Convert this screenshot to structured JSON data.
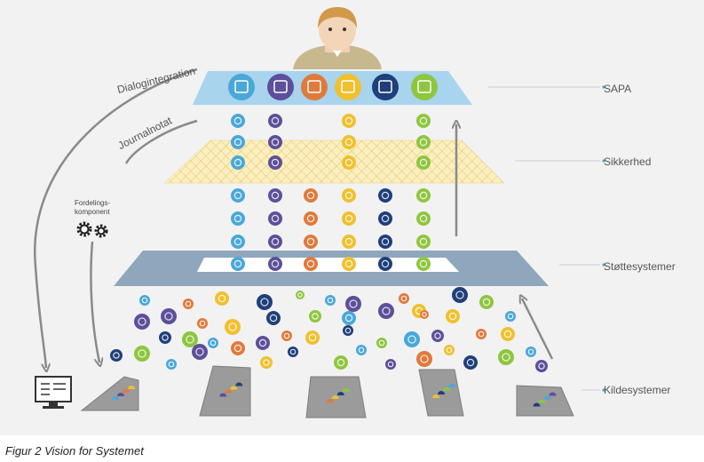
{
  "figure": {
    "caption": "Figur 2 Vision for Systemet"
  },
  "layers": {
    "sapa": "SAPA",
    "sikkerhed": "Sikkerhed",
    "stottesystemer": "Støttesystemer",
    "kildesystemer": "Kildesystemer"
  },
  "flows": {
    "dialogintegration": "Dialogintegration",
    "journalnotat": "Journalnotat",
    "fordeling_line1": "Fordelings-",
    "fordeling_line2": "komponent"
  },
  "colors": {
    "background": "#f2f2f2",
    "sapa_layer": "#a8d4ee",
    "sikkerhed_layer": "#f3dc8c",
    "stotte_layer": "#8fa7bd",
    "arrow": "#8a8a8a",
    "source_tray": "#9b9b9b",
    "light_blue": "#4aa8d8",
    "purple": "#5e4f9a",
    "orange": "#e07a3c",
    "yellow": "#f0c02e",
    "navy": "#1f3f7a",
    "green": "#8ec63f"
  },
  "icons": [
    "person-icon",
    "monitor-icon",
    "gears-icon",
    "arrow-icon",
    "document-icon",
    "folder-icon",
    "eye-icon",
    "chart-icon"
  ]
}
